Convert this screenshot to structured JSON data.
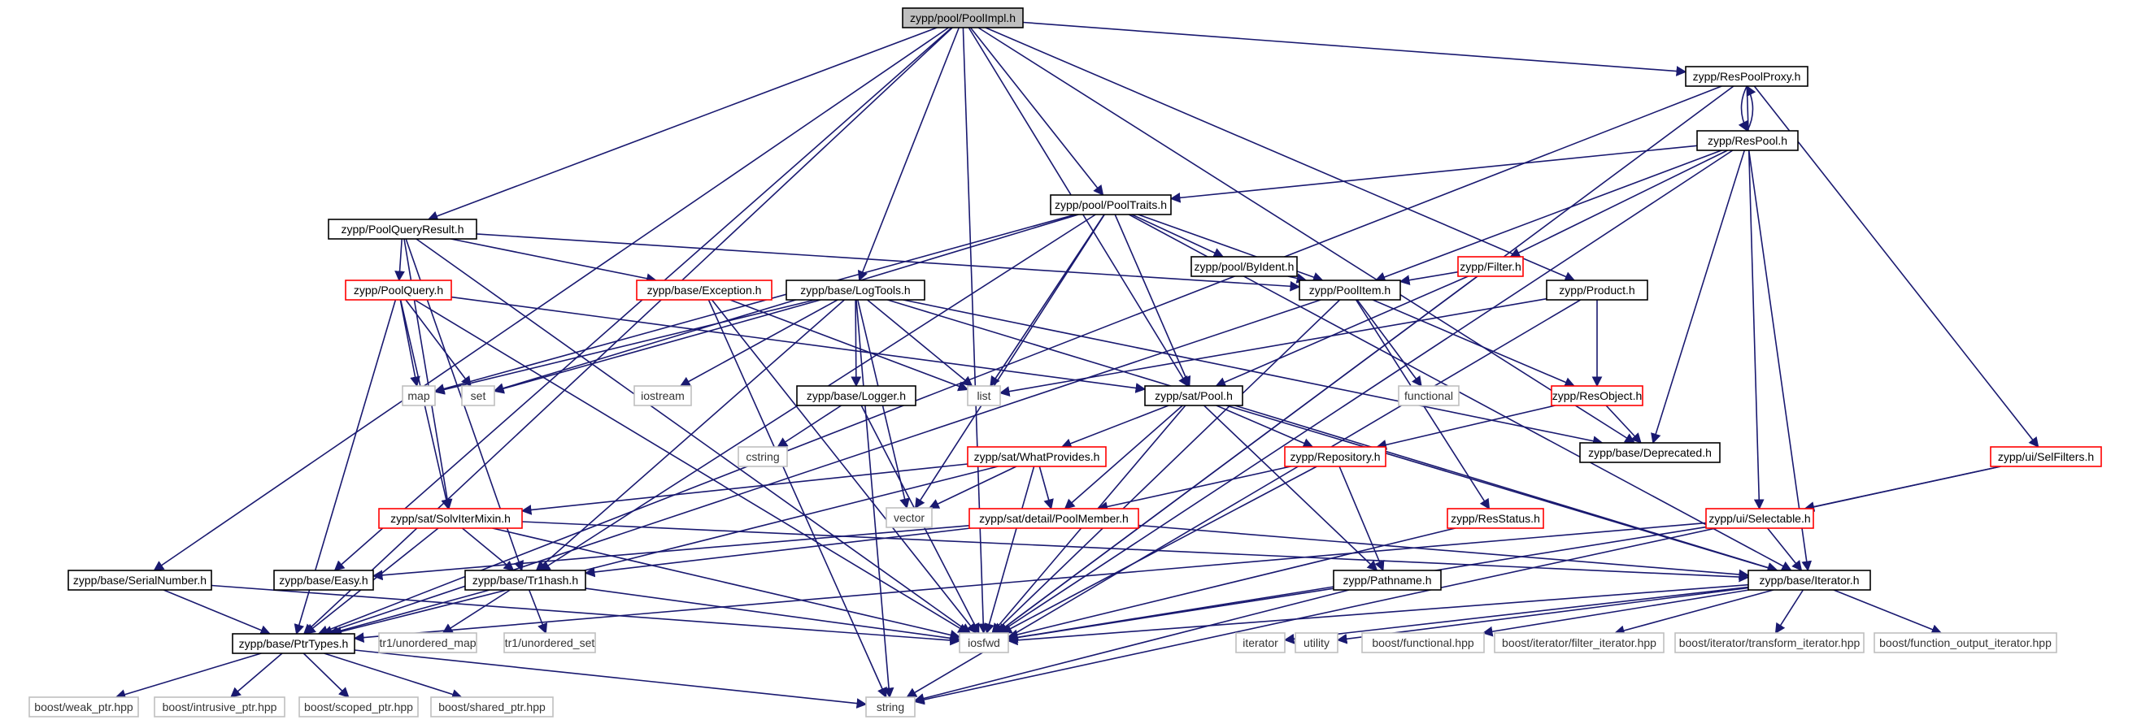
{
  "nodes": [
    {
      "id": "PoolImpl",
      "label": "zypp/pool/PoolImpl.h",
      "kind": "root"
    },
    {
      "id": "ResPoolProxy",
      "label": "zypp/ResPoolProxy.h",
      "kind": "black"
    },
    {
      "id": "ResPool",
      "label": "zypp/ResPool.h",
      "kind": "black"
    },
    {
      "id": "PoolTraits",
      "label": "zypp/pool/PoolTraits.h",
      "kind": "black"
    },
    {
      "id": "PoolQueryResult",
      "label": "zypp/PoolQueryResult.h",
      "kind": "black"
    },
    {
      "id": "ByIdent",
      "label": "zypp/pool/ByIdent.h",
      "kind": "black"
    },
    {
      "id": "Filter",
      "label": "zypp/Filter.h",
      "kind": "red"
    },
    {
      "id": "PoolQuery",
      "label": "zypp/PoolQuery.h",
      "kind": "red"
    },
    {
      "id": "Exception",
      "label": "zypp/base/Exception.h",
      "kind": "red"
    },
    {
      "id": "LogTools",
      "label": "zypp/base/LogTools.h",
      "kind": "black"
    },
    {
      "id": "PoolItem",
      "label": "zypp/PoolItem.h",
      "kind": "black"
    },
    {
      "id": "Product",
      "label": "zypp/Product.h",
      "kind": "black"
    },
    {
      "id": "map",
      "label": "map",
      "kind": "gray"
    },
    {
      "id": "set",
      "label": "set",
      "kind": "gray"
    },
    {
      "id": "iostream",
      "label": "iostream",
      "kind": "gray"
    },
    {
      "id": "Logger",
      "label": "zypp/base/Logger.h",
      "kind": "black"
    },
    {
      "id": "list",
      "label": "list",
      "kind": "gray"
    },
    {
      "id": "SatPool",
      "label": "zypp/sat/Pool.h",
      "kind": "black"
    },
    {
      "id": "functional",
      "label": "functional",
      "kind": "gray"
    },
    {
      "id": "ResObject",
      "label": "zypp/ResObject.h",
      "kind": "red"
    },
    {
      "id": "cstring",
      "label": "cstring",
      "kind": "gray"
    },
    {
      "id": "Deprecated",
      "label": "zypp/base/Deprecated.h",
      "kind": "black"
    },
    {
      "id": "WhatProvides",
      "label": "zypp/sat/WhatProvides.h",
      "kind": "red"
    },
    {
      "id": "Repository",
      "label": "zypp/Repository.h",
      "kind": "red"
    },
    {
      "id": "SelFilters",
      "label": "zypp/ui/SelFilters.h",
      "kind": "red"
    },
    {
      "id": "vector",
      "label": "vector",
      "kind": "gray"
    },
    {
      "id": "SolvIterMixin",
      "label": "zypp/sat/SolvIterMixin.h",
      "kind": "red"
    },
    {
      "id": "PoolMember",
      "label": "zypp/sat/detail/PoolMember.h",
      "kind": "red"
    },
    {
      "id": "ResStatus",
      "label": "zypp/ResStatus.h",
      "kind": "red"
    },
    {
      "id": "Selectable",
      "label": "zypp/ui/Selectable.h",
      "kind": "red"
    },
    {
      "id": "SerialNumber",
      "label": "zypp/base/SerialNumber.h",
      "kind": "black"
    },
    {
      "id": "Easy",
      "label": "zypp/base/Easy.h",
      "kind": "black"
    },
    {
      "id": "Tr1hash",
      "label": "zypp/base/Tr1hash.h",
      "kind": "black"
    },
    {
      "id": "Pathname",
      "label": "zypp/Pathname.h",
      "kind": "black"
    },
    {
      "id": "Iterator",
      "label": "zypp/base/Iterator.h",
      "kind": "black"
    },
    {
      "id": "PtrTypes",
      "label": "zypp/base/PtrTypes.h",
      "kind": "black"
    },
    {
      "id": "tr1map",
      "label": "tr1/unordered_map",
      "kind": "gray"
    },
    {
      "id": "tr1set",
      "label": "tr1/unordered_set",
      "kind": "gray"
    },
    {
      "id": "iosfwd",
      "label": "iosfwd",
      "kind": "gray"
    },
    {
      "id": "iterator",
      "label": "iterator",
      "kind": "gray"
    },
    {
      "id": "utility",
      "label": "utility",
      "kind": "gray"
    },
    {
      "id": "bfunc",
      "label": "boost/functional.hpp",
      "kind": "gray"
    },
    {
      "id": "bfilter",
      "label": "boost/iterator/filter_iterator.hpp",
      "kind": "gray"
    },
    {
      "id": "btransform",
      "label": "boost/iterator/transform_iterator.hpp",
      "kind": "gray"
    },
    {
      "id": "bfout",
      "label": "boost/function_output_iterator.hpp",
      "kind": "gray"
    },
    {
      "id": "bweak",
      "label": "boost/weak_ptr.hpp",
      "kind": "gray"
    },
    {
      "id": "bintr",
      "label": "boost/intrusive_ptr.hpp",
      "kind": "gray"
    },
    {
      "id": "bscoped",
      "label": "boost/scoped_ptr.hpp",
      "kind": "gray"
    },
    {
      "id": "bshared",
      "label": "boost/shared_ptr.hpp",
      "kind": "gray"
    },
    {
      "id": "string",
      "label": "string",
      "kind": "gray"
    }
  ],
  "edges": [
    [
      "PoolImpl",
      "ResPoolProxy"
    ],
    [
      "PoolImpl",
      "PoolTraits"
    ],
    [
      "PoolImpl",
      "PoolQueryResult"
    ],
    [
      "PoolImpl",
      "LogTools"
    ],
    [
      "PoolImpl",
      "Product"
    ],
    [
      "PoolImpl",
      "SatPool"
    ],
    [
      "PoolImpl",
      "Deprecated"
    ],
    [
      "PoolImpl",
      "iosfwd"
    ],
    [
      "PoolImpl",
      "SerialNumber"
    ],
    [
      "PoolImpl",
      "Easy"
    ],
    [
      "PoolImpl",
      "PtrTypes"
    ],
    [
      "ResPoolProxy",
      "ResPool"
    ],
    [
      "ResPool",
      "ResPoolProxy"
    ],
    [
      "ResPoolProxy",
      "SelFilters"
    ],
    [
      "ResPoolProxy",
      "Selectable"
    ],
    [
      "ResPoolProxy",
      "PtrTypes"
    ],
    [
      "ResPoolProxy",
      "iosfwd"
    ],
    [
      "ResPool",
      "PoolTraits"
    ],
    [
      "ResPool",
      "Filter"
    ],
    [
      "ResPool",
      "PoolItem"
    ],
    [
      "ResPool",
      "Deprecated"
    ],
    [
      "ResPool",
      "Iterator"
    ],
    [
      "ResPool",
      "iosfwd"
    ],
    [
      "PoolTraits",
      "ByIdent"
    ],
    [
      "PoolTraits",
      "PoolItem"
    ],
    [
      "PoolTraits",
      "SatPool"
    ],
    [
      "PoolTraits",
      "map"
    ],
    [
      "PoolTraits",
      "set"
    ],
    [
      "PoolTraits",
      "list"
    ],
    [
      "PoolTraits",
      "vector"
    ],
    [
      "PoolTraits",
      "Tr1hash"
    ],
    [
      "PoolTraits",
      "Iterator"
    ],
    [
      "PoolQueryResult",
      "PoolQuery"
    ],
    [
      "PoolQueryResult",
      "Exception"
    ],
    [
      "PoolQueryResult",
      "PoolItem"
    ],
    [
      "PoolQueryResult",
      "SolvIterMixin"
    ],
    [
      "PoolQueryResult",
      "Tr1hash"
    ],
    [
      "PoolQueryResult",
      "iosfwd"
    ],
    [
      "ByIdent",
      "PoolItem"
    ],
    [
      "Filter",
      "PoolItem"
    ],
    [
      "Filter",
      "SatPool"
    ],
    [
      "Filter",
      "iosfwd"
    ],
    [
      "PoolQuery",
      "map"
    ],
    [
      "PoolQuery",
      "set"
    ],
    [
      "PoolQuery",
      "SatPool"
    ],
    [
      "PoolQuery",
      "SolvIterMixin"
    ],
    [
      "PoolQuery",
      "PtrTypes"
    ],
    [
      "PoolQuery",
      "iosfwd"
    ],
    [
      "Exception",
      "list"
    ],
    [
      "Exception",
      "string"
    ],
    [
      "Exception",
      "iosfwd"
    ],
    [
      "LogTools",
      "map"
    ],
    [
      "LogTools",
      "set"
    ],
    [
      "LogTools",
      "iostream"
    ],
    [
      "LogTools",
      "Logger"
    ],
    [
      "LogTools",
      "list"
    ],
    [
      "LogTools",
      "vector"
    ],
    [
      "LogTools",
      "string"
    ],
    [
      "LogTools",
      "Tr1hash"
    ],
    [
      "LogTools",
      "Iterator"
    ],
    [
      "LogTools",
      "Deprecated"
    ],
    [
      "PoolItem",
      "functional"
    ],
    [
      "PoolItem",
      "ResObject"
    ],
    [
      "PoolItem",
      "ResStatus"
    ],
    [
      "PoolItem",
      "PtrTypes"
    ],
    [
      "PoolItem",
      "iosfwd"
    ],
    [
      "Product",
      "ResObject"
    ],
    [
      "Product",
      "list"
    ],
    [
      "Product",
      "string"
    ],
    [
      "Logger",
      "cstring"
    ],
    [
      "Logger",
      "iosfwd"
    ],
    [
      "SatPool",
      "WhatProvides"
    ],
    [
      "SatPool",
      "Repository"
    ],
    [
      "SatPool",
      "PoolMember"
    ],
    [
      "SatPool",
      "Pathname"
    ],
    [
      "SatPool",
      "Iterator"
    ],
    [
      "SatPool",
      "iosfwd"
    ],
    [
      "ResObject",
      "Deprecated"
    ],
    [
      "ResObject",
      "Repository"
    ],
    [
      "WhatProvides",
      "SolvIterMixin"
    ],
    [
      "WhatProvides",
      "vector"
    ],
    [
      "WhatProvides",
      "PoolMember"
    ],
    [
      "WhatProvides",
      "PtrTypes"
    ],
    [
      "WhatProvides",
      "iosfwd"
    ],
    [
      "Repository",
      "PoolMember"
    ],
    [
      "Repository",
      "Pathname"
    ],
    [
      "Repository",
      "iosfwd"
    ],
    [
      "SelFilters",
      "Selectable"
    ],
    [
      "SelFilters",
      "string"
    ],
    [
      "SolvIterMixin",
      "Tr1hash"
    ],
    [
      "SolvIterMixin",
      "PtrTypes"
    ],
    [
      "SolvIterMixin",
      "Iterator"
    ],
    [
      "SolvIterMixin",
      "iosfwd"
    ],
    [
      "PoolMember",
      "Tr1hash"
    ],
    [
      "PoolMember",
      "Easy"
    ],
    [
      "PoolMember",
      "Iterator"
    ],
    [
      "ResStatus",
      "iosfwd"
    ],
    [
      "Selectable",
      "Iterator"
    ],
    [
      "Selectable",
      "PtrTypes"
    ],
    [
      "Selectable",
      "iosfwd"
    ],
    [
      "SerialNumber",
      "PtrTypes"
    ],
    [
      "SerialNumber",
      "iosfwd"
    ],
    [
      "Tr1hash",
      "PtrTypes"
    ],
    [
      "Tr1hash",
      "tr1map"
    ],
    [
      "Tr1hash",
      "tr1set"
    ],
    [
      "Tr1hash",
      "iosfwd"
    ],
    [
      "Pathname",
      "string"
    ],
    [
      "Pathname",
      "iosfwd"
    ],
    [
      "Iterator",
      "iosfwd"
    ],
    [
      "Iterator",
      "iterator"
    ],
    [
      "Iterator",
      "utility"
    ],
    [
      "Iterator",
      "bfunc"
    ],
    [
      "Iterator",
      "bfilter"
    ],
    [
      "Iterator",
      "btransform"
    ],
    [
      "Iterator",
      "bfout"
    ],
    [
      "PtrTypes",
      "bweak"
    ],
    [
      "PtrTypes",
      "bintr"
    ],
    [
      "PtrTypes",
      "bscoped"
    ],
    [
      "PtrTypes",
      "bshared"
    ],
    [
      "PtrTypes",
      "string"
    ]
  ]
}
